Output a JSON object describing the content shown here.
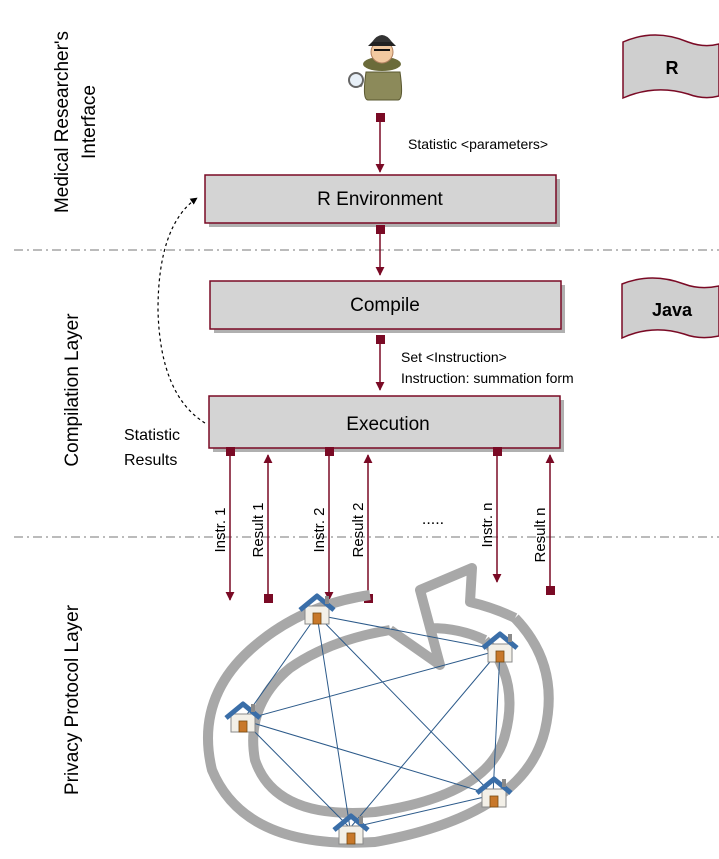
{
  "layers": {
    "interface": "Medical Researcher's Interface",
    "interface_line1": "Medical Researcher's",
    "interface_line2": "Interface",
    "compilation": "Compilation Layer",
    "privacy": "Privacy Protocol Layer"
  },
  "languages": {
    "r": "R",
    "java": "Java"
  },
  "boxes": {
    "r_environment": "R Environment",
    "compile": "Compile",
    "execution": "Execution"
  },
  "messages": {
    "statistic_params": "Statistic <parameters>",
    "set_instruction": "Set <Instruction>",
    "instruction_form": "Instruction: summation form",
    "statistic_results_line1": "Statistic",
    "statistic_results_line2": "Results"
  },
  "channels": {
    "instr1": "Instr. 1",
    "result1": "Result 1",
    "instr2": "Instr. 2",
    "result2": "Result 2",
    "ellipsis": ".....",
    "instrn": "Instr. n",
    "resultn": "Result n"
  },
  "colors": {
    "box_fill": "#d4d4d4",
    "border": "#7a0a25",
    "arrow": "#7a0a25",
    "cycle": "#a8a8a8",
    "network": "#2c5a8a",
    "house_roof": "#3a6ea8",
    "house_wall": "#f3f0e8",
    "door": "#c8782a"
  }
}
